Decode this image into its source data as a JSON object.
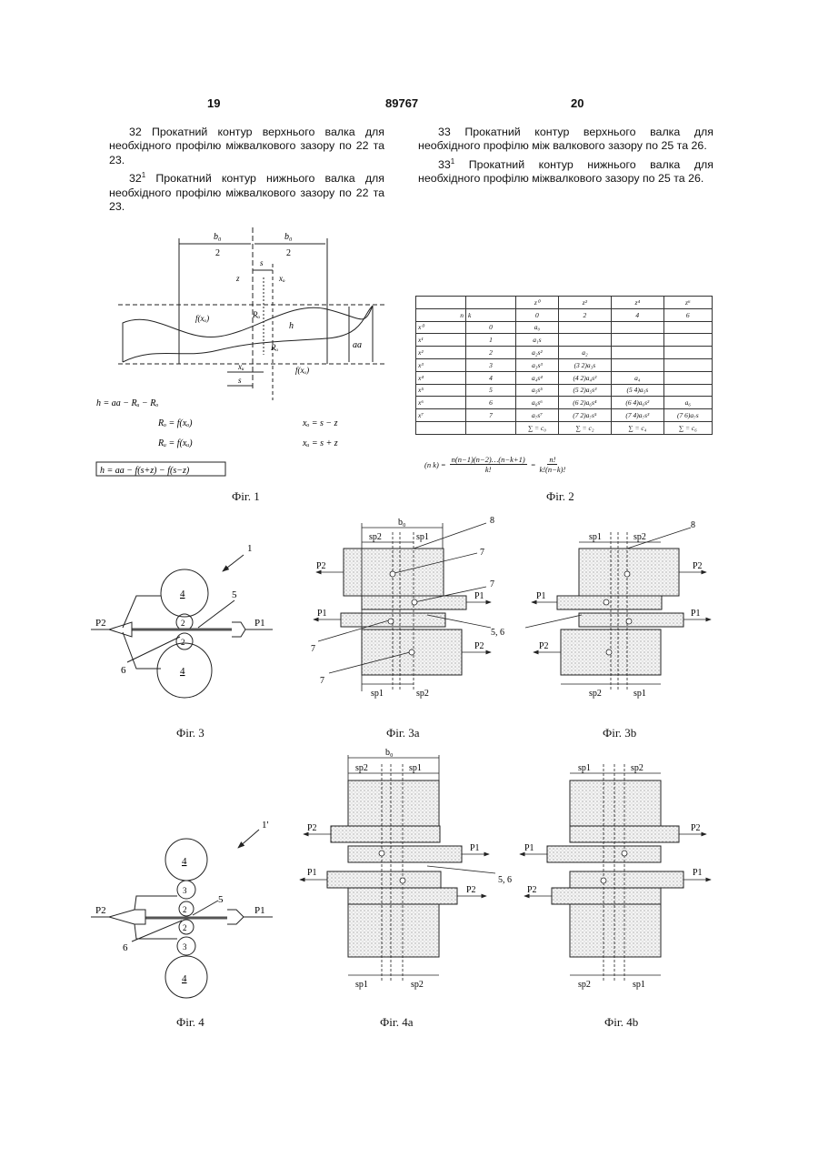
{
  "header": {
    "left_page": "19",
    "patent_number": "89767",
    "right_page": "20"
  },
  "left_column": [
    {
      "sup": "",
      "lead": "32",
      "text": " Прокатний контур верхнього валка для необхідного профілю міжвалкового зазору по 22 та 23."
    },
    {
      "sup": "1",
      "lead": "32",
      "text": " Прокатний контур нижнього валка для необхідного профілю міжвалкового зазору по 22 та 23."
    }
  ],
  "right_column": [
    {
      "sup": "",
      "lead": "33",
      "text": " Прокатний контур верхнього валка для необхідного профілю між валкового зазору по 25 та 26."
    },
    {
      "sup": "1",
      "lead": "33",
      "text": " Прокатний контур нижнього валка для необхідного профілю міжвалкового зазору по 25 та 26."
    }
  ],
  "fig1": {
    "half_b0_num": "b₀",
    "half_b0_den": "2",
    "s": "s",
    "z": "z",
    "xo": "xₒ",
    "xu": "xᵤ",
    "f_xo": "f(xₒ)",
    "f_xu": "f(xᵤ)",
    "Ro": "Rₒ",
    "Ru": "Rᵤ",
    "h": "h",
    "aa": "aa",
    "eq_h": "h = aa − Rᵤ − Rₒ",
    "eq_ro": "Rₒ = f(xₒ)",
    "eq_ru": "Rᵤ = f(xᵤ)",
    "eq_xo": "xₒ = s − z",
    "eq_xu": "xᵤ = s + z",
    "eq_box": "h = aa − f(s+z) − f(s−z)"
  },
  "fig2": {
    "col_headers": [
      "z⁰",
      "z²",
      "z⁴",
      "z⁶"
    ],
    "subheaders": [
      "n",
      "k",
      "0",
      "2",
      "4",
      "6"
    ],
    "rows": [
      [
        "x⁰",
        "0",
        "a₀",
        "",
        "",
        ""
      ],
      [
        "x¹",
        "1",
        "a₁s",
        "",
        "",
        ""
      ],
      [
        "x²",
        "2",
        "a₂s²",
        "a₂",
        "",
        ""
      ],
      [
        "x³",
        "3",
        "a₃s³",
        "(3 2)a₃s",
        "",
        ""
      ],
      [
        "x⁴",
        "4",
        "a₄s⁴",
        "(4 2)a₄s²",
        "a₄",
        ""
      ],
      [
        "x⁵",
        "5",
        "a₅s⁵",
        "(5 2)a₅s³",
        "(5 4)a₅s",
        ""
      ],
      [
        "x⁶",
        "6",
        "a₆s⁶",
        "(6 2)a₆s⁴",
        "(6 4)a₆s²",
        "a₆"
      ],
      [
        "x⁷",
        "7",
        "a₇s⁷",
        "(7 2)a₇s⁵",
        "(7 4)a₇s³",
        "(7 6)a₇s"
      ]
    ],
    "sums": [
      "∑ = c₀",
      "∑ = c₂",
      "∑ = c₄",
      "∑ = c₆"
    ],
    "formula_left": "(n k) =",
    "formula_mid_num": "n(n−1)(n−2)…(n−k+1)",
    "formula_mid_den": "k!",
    "formula_right_num": "n!",
    "formula_right_den": "k!(n−k)!"
  },
  "fig3": {
    "ref": "1",
    "roll_big": "4",
    "roll_small": "2",
    "label5": "5",
    "label6": "6",
    "p_left": "P2",
    "p_right": "P1"
  },
  "fig3a": {
    "b0": "b₀",
    "sp1": "sp1",
    "sp2": "sp2",
    "l8": "8",
    "l7": "7",
    "l56": "5, 6",
    "p1": "P1",
    "p2": "P2"
  },
  "fig3b": {
    "sp1": "sp1",
    "sp2": "sp2",
    "l8": "8",
    "p1": "P1",
    "p2": "P2"
  },
  "fig4": {
    "ref": "1'",
    "roll_big": "4",
    "roll_mid": "3",
    "roll_small": "2",
    "label5": "5",
    "label6": "6",
    "p_left": "P2",
    "p_right": "P1"
  },
  "fig4a": {
    "b0": "b₀",
    "sp1": "sp1",
    "sp2": "sp2",
    "l56": "5, 6",
    "p1": "P1",
    "p2": "P2"
  },
  "fig4b": {
    "sp1": "sp1",
    "sp2": "sp2",
    "p1": "P1",
    "p2": "P2"
  },
  "captions": {
    "fig1": "Фіг. 1",
    "fig2": "Фіг. 2",
    "fig3": "Фіг. 3",
    "fig3a": "Фіг. 3a",
    "fig3b": "Фіг. 3b",
    "fig4": "Фіг. 4",
    "fig4a": "Фіг. 4a",
    "fig4b": "Фіг. 4b"
  }
}
